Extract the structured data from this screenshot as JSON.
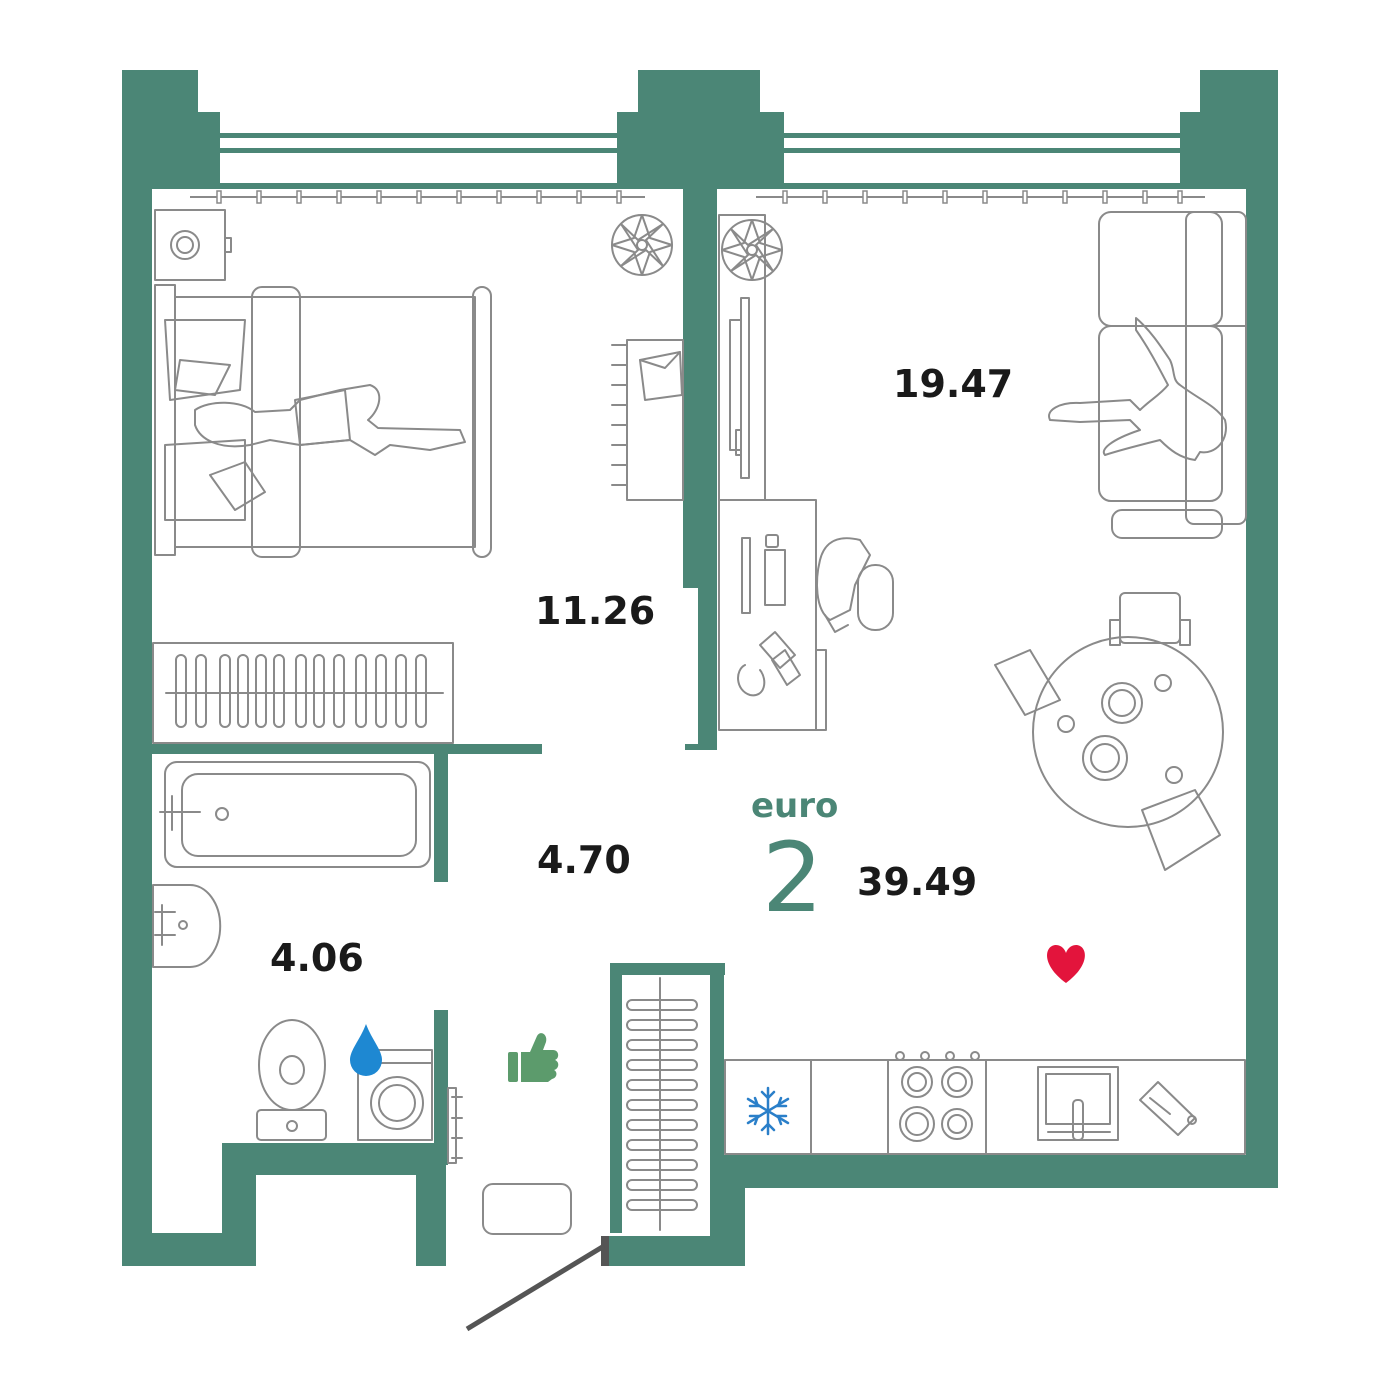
{
  "colors": {
    "wall": "#4b8676",
    "line": "#8a8a8a",
    "text": "#1a1a1a",
    "heart": "#e3143c",
    "drop": "#1e88d2",
    "thumb": "#5c9b6c",
    "snowflake": "#2a7fc9"
  },
  "apartment": {
    "type": "euro",
    "rooms": "2",
    "total_area": "39.49"
  },
  "rooms": {
    "bedroom_area": "11.26",
    "living_kitchen_area": "19.47",
    "hallway_area": "4.70",
    "bathroom_area": "4.06"
  },
  "icons": [
    "heart-icon",
    "water-drop-icon",
    "thumbs-up-icon",
    "snowflake-icon"
  ]
}
